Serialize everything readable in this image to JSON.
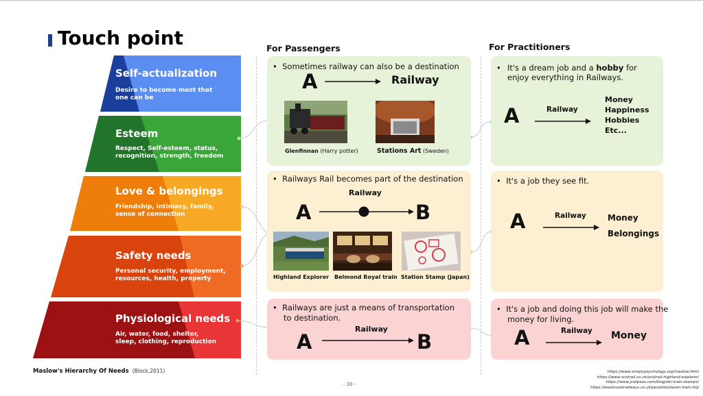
{
  "title": "Touch point",
  "columns": {
    "passengers": "For Passengers",
    "practitioners": "For Practitioners"
  },
  "pyramid": {
    "caption_main": "Maslow's Hierarchy Of Needs",
    "caption_cite": "(Block,2011)",
    "tiers": [
      {
        "title": "Self-actualization",
        "desc": "Desire to become most that one can be",
        "color": "#5b8ef0",
        "dark": "#1a3f9c"
      },
      {
        "title": "Esteem",
        "desc": "Respect, Self-esteem, status, recognition, strength, freedom",
        "color": "#3aa63a",
        "dark": "#22742a"
      },
      {
        "title": "Love & belongings",
        "desc": "Friendship, intimacy, family, sense of connection",
        "color": "#f7a825",
        "dark": "#ef7d0a"
      },
      {
        "title": "Safety needs",
        "desc": "Personal security, employment, resources, health, property",
        "color": "#ef6a22",
        "dark": "#d9430e"
      },
      {
        "title": "Physiological needs",
        "desc": "Air, water, food, shelter, sleep, clothing, reproduction",
        "color": "#e93535",
        "dark": "#9c1111"
      }
    ]
  },
  "passengers": {
    "top": {
      "bullet": "Sometimes railway can also be a destination",
      "a": "A",
      "dest": "Railway",
      "photos": [
        {
          "name": "Glenfinnan",
          "note": "(Harry potter)"
        },
        {
          "name": "Stations Art",
          "note": "(Sweden)"
        }
      ]
    },
    "middle": {
      "bullet": "Railways Rail becomes part of the destination",
      "a": "A",
      "mid": "Railway",
      "b": "B",
      "photos": [
        {
          "name": "Highland Explorer"
        },
        {
          "name": "Belmond Royal train"
        },
        {
          "name": "Station Stamp (Japan)"
        }
      ]
    },
    "bottom": {
      "bullet_1": "Railways are just a means of transportation",
      "bullet_2": "to destination.",
      "a": "A",
      "mid": "Railway",
      "b": "B"
    }
  },
  "practitioners": {
    "top": {
      "bullet_pre": "It's a dream job and a ",
      "bullet_bold": "hobby",
      "bullet_post": " for enjoy everything in Railways.",
      "a": "A",
      "mid": "Railway",
      "results": [
        "Money",
        "Happiness",
        "Hobbies",
        "Etc..."
      ]
    },
    "middle": {
      "bullet": "It's a job they see fit.",
      "a": "A",
      "mid": "Railway",
      "results": [
        "Money",
        "Belongings"
      ]
    },
    "bottom": {
      "bullet_1": "It's a job and doing this job will make the",
      "bullet_2": "money for living.",
      "a": "A",
      "mid": "Railway",
      "result": "Money"
    }
  },
  "references": [
    "https://www.simplypsychology.org/maslow.html",
    "https://www.scotrail.co.uk/scotrail-highland-explorer/",
    "https://www.jrailpass.com/blog/eki-train-stamps/",
    "https://westcoastrailways.co.uk/jacobite/steam-train-trip"
  ],
  "page_number": "- 30 -",
  "colors": {
    "green_panel": "#e6f3d8",
    "yellow_panel": "#fdefd2",
    "pink_panel": "#fbd3d3",
    "title_bar": "#1f3f8a"
  }
}
